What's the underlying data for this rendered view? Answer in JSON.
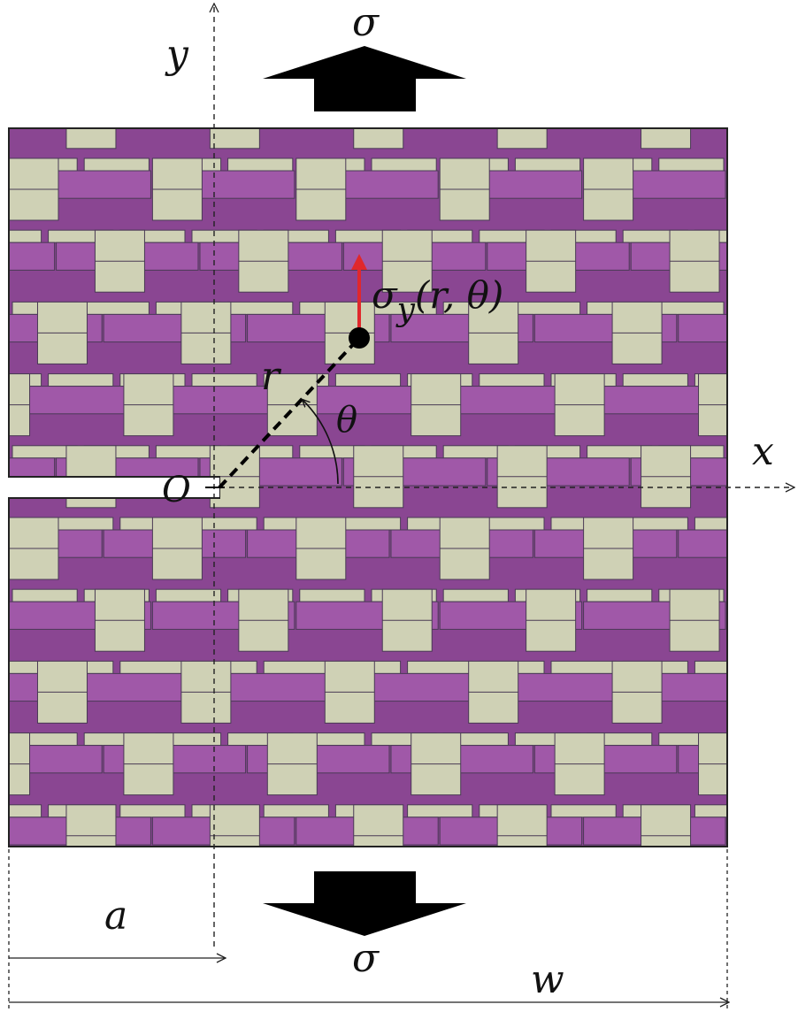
{
  "labels": {
    "sigma_top": "σ",
    "sigma_bottom": "σ",
    "y_axis": "y",
    "x_axis": "x",
    "r": "r",
    "theta": "θ",
    "origin": "O",
    "stress_symbol": "σ",
    "stress_subscript": "y",
    "stress_args": "(r, θ)",
    "a": "a",
    "w": "w"
  },
  "colors": {
    "warp_tow": "#a058a8",
    "warp_shade": "#8a4692",
    "weft_tow": "#cfd1b5",
    "weft_shade": "#a9ab8f",
    "tow_edge": "#4a3a55",
    "stress_vector": "#e0282c",
    "arrow_fill": "#000000",
    "axis_line": "#222222"
  }
}
